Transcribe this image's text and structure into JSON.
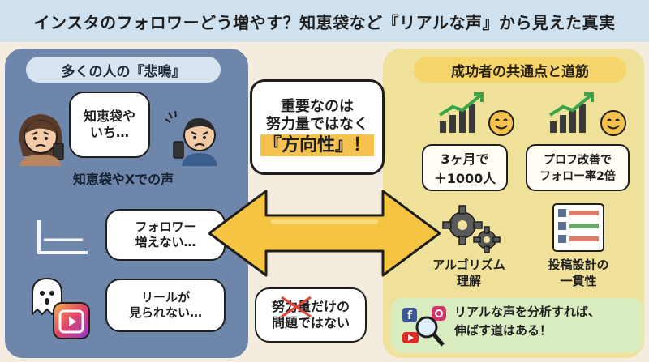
{
  "title": "インスタのフォロワーどう増やす？知恵袋など『リアルな声』から見えた真実",
  "left_panel": {
    "heading": "多くの人の『悲鳴』",
    "bubble1": [
      "知恵袋や",
      "いち…"
    ],
    "voices_label": "知恵袋やXでの声",
    "bubble2": [
      "フォロワー",
      "増えない…"
    ],
    "bubble3": [
      "リールが",
      "見られない…"
    ]
  },
  "center": {
    "line1": "重要なのは",
    "line2": "努力量ではなく",
    "line3": "『方向性』！",
    "bottom_line1": "努力量だけの",
    "bottom_line2": "問題ではない"
  },
  "right_panel": {
    "heading": "成功者の共通点と道筋",
    "stat1": [
      "3ヶ月で",
      "＋1000人"
    ],
    "stat2": [
      "プロフ改善で",
      "フォロー率2倍"
    ],
    "feature1": [
      "アルゴリズム",
      "理解"
    ],
    "feature2": [
      "投稿設計の",
      "一貫性"
    ],
    "cta": [
      "リアルな声を分析すれば、",
      "伸ばす道はある！"
    ]
  },
  "colors": {
    "title_bg": "#cfe0ee",
    "left_panel": "#6d86aa",
    "right_panel": "#efe19a",
    "arrow": "#f5c542",
    "cta_bg": "#d8ecc0",
    "accent": "#f6c24e",
    "strike": "#e0463a"
  },
  "icons": [
    "worried-woman-icon",
    "worried-man-icon",
    "flat-graph-icon",
    "ghost-icon",
    "reels-icon",
    "bar-chart-up-icon",
    "smiley-icon",
    "gears-icon",
    "layout-list-icon",
    "facebook-icon",
    "instagram-icon",
    "youtube-icon",
    "magnifier-icon",
    "double-arrow-icon"
  ]
}
